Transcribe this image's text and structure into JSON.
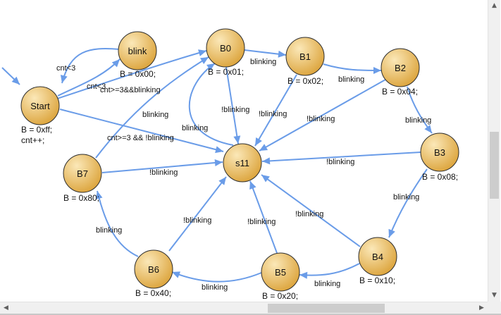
{
  "diagram": {
    "colors": {
      "edge": "#6a9ce8",
      "node_fill_light": "#fbe8b8",
      "node_fill_dark": "#dca43c",
      "node_stroke": "#2e2e2e",
      "text": "#111111",
      "canvas": "#ffffff"
    },
    "nodes": [
      {
        "id": "start",
        "label": "Start",
        "actions": [
          "B = 0xff;",
          "cnt++;"
        ]
      },
      {
        "id": "blink",
        "label": "blink",
        "actions": [
          "B = 0x00;"
        ]
      },
      {
        "id": "b0",
        "label": "B0",
        "actions": [
          "B = 0x01;"
        ]
      },
      {
        "id": "b1",
        "label": "B1",
        "actions": [
          "B = 0x02;"
        ]
      },
      {
        "id": "b2",
        "label": "B2",
        "actions": [
          "B = 0x04;"
        ]
      },
      {
        "id": "b3",
        "label": "B3",
        "actions": [
          "B = 0x08;"
        ]
      },
      {
        "id": "b4",
        "label": "B4",
        "actions": [
          "B = 0x10;"
        ]
      },
      {
        "id": "b5",
        "label": "B5",
        "actions": [
          "B = 0x20;"
        ]
      },
      {
        "id": "b6",
        "label": "B6",
        "actions": [
          "B = 0x40;"
        ]
      },
      {
        "id": "b7",
        "label": "B7",
        "actions": [
          "B = 0x80;"
        ]
      },
      {
        "id": "s11",
        "label": "s11",
        "actions": []
      }
    ],
    "edges": [
      {
        "from": "entry",
        "to": "start",
        "label": ""
      },
      {
        "from": "blink",
        "to": "start",
        "label": "cnt<3"
      },
      {
        "from": "start",
        "to": "blink",
        "label": "cnt<3"
      },
      {
        "from": "start",
        "to": "b0",
        "label": "cnt>=3&&blinking"
      },
      {
        "from": "start",
        "to": "s11",
        "label": "cnt>=3 && !blinking"
      },
      {
        "from": "b0",
        "to": "b1",
        "label": "blinking"
      },
      {
        "from": "b1",
        "to": "b2",
        "label": "blinking"
      },
      {
        "from": "b2",
        "to": "b3",
        "label": "blinking"
      },
      {
        "from": "b3",
        "to": "b4",
        "label": "blinking"
      },
      {
        "from": "b4",
        "to": "b5",
        "label": "blinking"
      },
      {
        "from": "b5",
        "to": "b6",
        "label": "blinking"
      },
      {
        "from": "b6",
        "to": "b7",
        "label": "blinking"
      },
      {
        "from": "b7",
        "to": "b0",
        "label": "blinking"
      },
      {
        "from": "b0",
        "to": "s11",
        "label": "!blinking"
      },
      {
        "from": "s11",
        "to": "b0",
        "label": "blinking"
      },
      {
        "from": "b1",
        "to": "s11",
        "label": "!blinking"
      },
      {
        "from": "b2",
        "to": "s11",
        "label": "!blinking"
      },
      {
        "from": "b3",
        "to": "s11",
        "label": "!blinking"
      },
      {
        "from": "b4",
        "to": "s11",
        "label": "!blinking"
      },
      {
        "from": "b5",
        "to": "s11",
        "label": "!blinking"
      },
      {
        "from": "b6",
        "to": "s11",
        "label": "!blinking"
      },
      {
        "from": "b7",
        "to": "s11",
        "label": "!blinking"
      }
    ]
  },
  "scrollbars": {
    "up_icon": "triangle-up-icon",
    "down_icon": "triangle-down-icon",
    "left_icon": "triangle-left-icon",
    "right_icon": "triangle-right-icon"
  }
}
